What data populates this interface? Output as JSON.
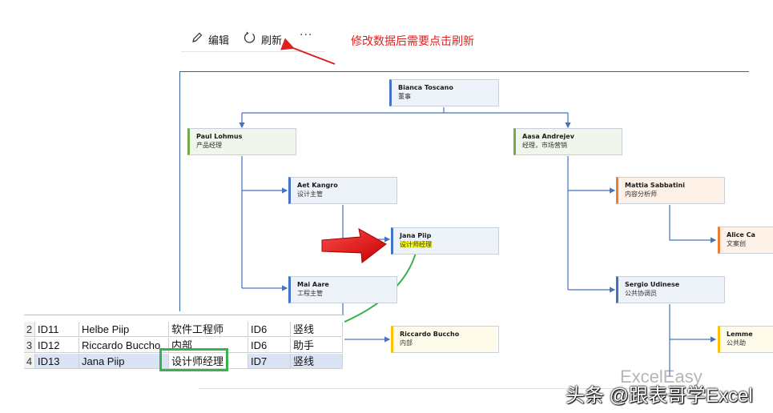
{
  "toolbar": {
    "edit_label": "编辑",
    "refresh_label": "刷新",
    "more_label": "···"
  },
  "annotation": {
    "note": "修改数据后需要点击刷新",
    "color": "#e02020"
  },
  "org_chart": {
    "nodes": [
      {
        "id": "bianca",
        "name": "Bianca Toscano",
        "title": "董事",
        "color": "blue"
      },
      {
        "id": "paul",
        "name": "Paul Lohmus",
        "title": "产品经理",
        "color": "green"
      },
      {
        "id": "aasa",
        "name": "Aasa Andrejev",
        "title": "经理，市场营销",
        "color": "green"
      },
      {
        "id": "aet",
        "name": "Aet Kangro",
        "title": "设计主管",
        "color": "blue"
      },
      {
        "id": "jana",
        "name": "Jana Piip",
        "title": "设计师经理",
        "color": "blue",
        "highlight": "#ffff00"
      },
      {
        "id": "mai",
        "name": "Mai Aare",
        "title": "工程主管",
        "color": "blue"
      },
      {
        "id": "riccardo",
        "name": "Riccardo Buccho",
        "title": "内部",
        "color": "yellow"
      },
      {
        "id": "mattia",
        "name": "Mattia Sabbatini",
        "title": "内容分析师",
        "color": "orange"
      },
      {
        "id": "alice",
        "name": "Alice Ca",
        "title": "文案创",
        "color": "orange"
      },
      {
        "id": "sergio",
        "name": "Sergio Udinese",
        "title": "公共协调员",
        "color": "blue"
      },
      {
        "id": "lemme",
        "name": "Lemme",
        "title": "公共助",
        "color": "yellow"
      }
    ],
    "colors": {
      "blue": "#4472c4",
      "green": "#70ad47",
      "orange": "#ed7d31",
      "yellow": "#ffc000",
      "line": "#4472c4"
    }
  },
  "sheet": {
    "rows": [
      {
        "num": "2",
        "id": "ID11",
        "name": "Helbe Piip",
        "title": "软件工程师",
        "manager": "ID6",
        "shape": "竖线"
      },
      {
        "num": "3",
        "id": "ID12",
        "name": "Riccardo Buccho",
        "title": "内部",
        "manager": "ID6",
        "shape": "助手"
      },
      {
        "num": "4",
        "id": "ID13",
        "name": "Jana Piip",
        "title": "设计师经理",
        "manager": "ID7",
        "shape": "竖线"
      }
    ]
  },
  "watermark": {
    "faint": "ExcelEasy",
    "credit": "头条 @跟表哥学Excel"
  }
}
